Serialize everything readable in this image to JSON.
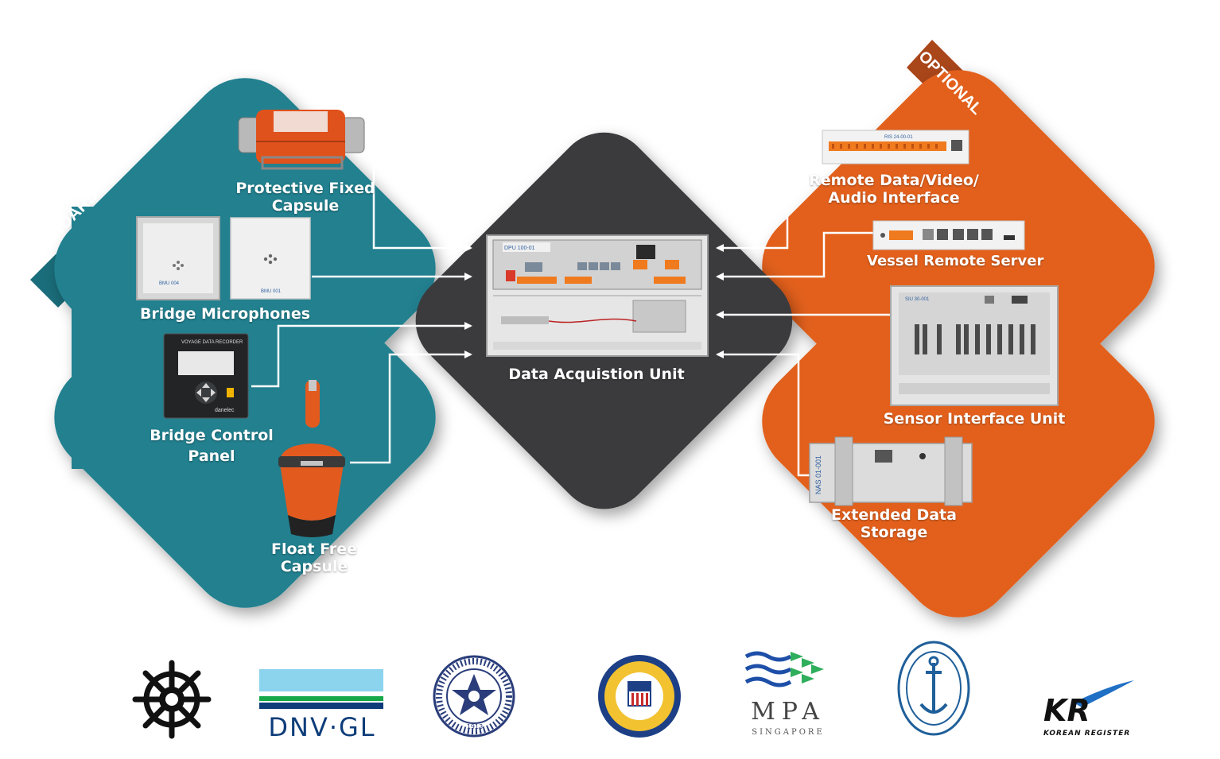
{
  "colors": {
    "standard": "#20808f",
    "optional": "#e2611f",
    "center": "#3a3a3c",
    "banner_standard": "#1a6d7a",
    "banner_optional": "#a9461a",
    "arrow": "#ffffff"
  },
  "banners": {
    "standard": "STANDARD",
    "optional": "OPTIONAL"
  },
  "center": {
    "label": "Data Acquistion Unit",
    "device_text": "DPU 100-01"
  },
  "standard_components": [
    {
      "id": "protective-fixed-capsule",
      "label_line1": "Protective Fixed",
      "label_line2": "Capsule",
      "icon": "orange-capsule-icon"
    },
    {
      "id": "bridge-microphones",
      "label_line1": "Bridge Microphones",
      "label_line2": "",
      "icon": "microphone-panels-icon"
    },
    {
      "id": "bridge-control-panel",
      "label_line1": "Bridge Control",
      "label_line2": "Panel",
      "icon": "control-panel-icon"
    },
    {
      "id": "float-free-capsule",
      "label_line1": "Float Free",
      "label_line2": "Capsule",
      "icon": "float-capsule-icon"
    }
  ],
  "optional_components": [
    {
      "id": "remote-data-video-audio-interface",
      "label_line1": "Remote Data/Video/",
      "label_line2": "Audio Interface",
      "icon": "interface-rack-icon"
    },
    {
      "id": "vessel-remote-server",
      "label_line1": "Vessel Remote Server",
      "label_line2": "",
      "icon": "server-icon"
    },
    {
      "id": "sensor-interface-unit",
      "label_line1": "Sensor Interface Unit",
      "label_line2": "",
      "icon": "sensor-unit-icon"
    },
    {
      "id": "extended-data-storage",
      "label_line1": "Extended Data",
      "label_line2": "Storage",
      "icon": "storage-module-icon"
    }
  ],
  "device_texts": {
    "microphone_a": "BMU 004",
    "microphone_b": "BMU 001",
    "control_panel_header": "VOYAGE DATA RECORDER",
    "control_panel_brand": "danelec",
    "storage_label": "NAS 01-001",
    "interface_label": "RIS 24-00-01",
    "sensor_label": "SIU 30-001"
  },
  "logos": [
    {
      "id": "ship-wheel",
      "icon": "ship-wheel-icon",
      "text": ""
    },
    {
      "id": "dnv-gl",
      "icon": "dnv-gl-logo",
      "text": "DNV·GL"
    },
    {
      "id": "russian-register",
      "icon": "russian-register-seal",
      "text": "1913"
    },
    {
      "id": "coast-guard",
      "icon": "coast-guard-seal",
      "text": ""
    },
    {
      "id": "mpa",
      "icon": "mpa-logo",
      "text": "MPA",
      "subtext": "SINGAPORE"
    },
    {
      "id": "classification-society",
      "icon": "classification-society-seal",
      "text": ""
    },
    {
      "id": "korean-register",
      "icon": "korean-register-logo",
      "text": "KR",
      "subtext": "KOREAN REGISTER"
    }
  ]
}
